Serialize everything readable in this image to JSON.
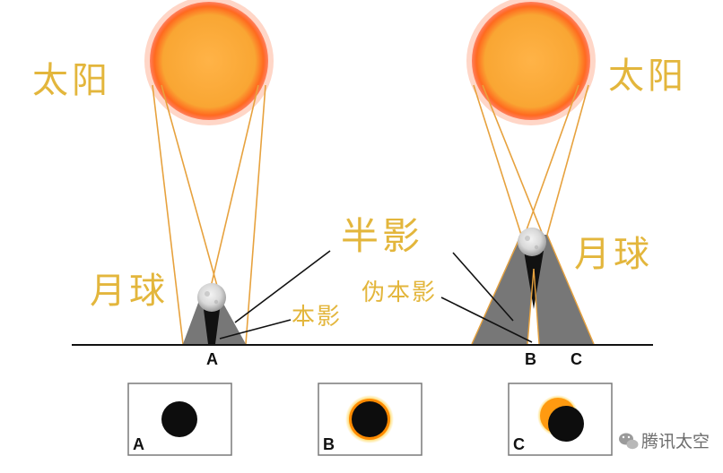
{
  "labels": {
    "sun_left": "太阳",
    "sun_right": "太阳",
    "moon_left": "月球",
    "moon_right": "月球",
    "penumbra": "半影",
    "umbra": "本影",
    "antumbra": "伪本影",
    "point_a": "A",
    "point_b": "B",
    "point_c": "C",
    "panel_a": "A",
    "panel_b": "B",
    "panel_c": "C"
  },
  "watermark": {
    "text": "腾讯太空",
    "icon": "wechat-icon"
  },
  "colors": {
    "sun": "#f9a633",
    "sun_glow": "#ff5a1e",
    "rays": "#e7a23e",
    "shadow": "#777777",
    "umbra": "#111111",
    "label_text": "#e3b63c"
  }
}
